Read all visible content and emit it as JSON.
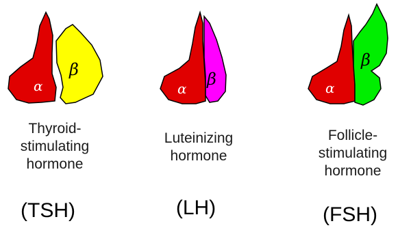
{
  "hormones": [
    {
      "id": "tsh",
      "name_lines": [
        "Thyroid-",
        "stimulating",
        "hormone"
      ],
      "abbr": "(TSH)",
      "alpha_label": "α",
      "beta_label": "β",
      "alpha_color": "#e00000",
      "beta_color": "#ffff00"
    },
    {
      "id": "lh",
      "name_lines": [
        "Luteinizing",
        "hormone"
      ],
      "abbr": "(LH)",
      "alpha_label": "α",
      "beta_label": "β",
      "alpha_color": "#e00000",
      "beta_color": "#ff00ff"
    },
    {
      "id": "fsh",
      "name_lines": [
        "Follicle-",
        "stimulating",
        "hormone"
      ],
      "abbr": "(FSH)",
      "alpha_label": "α",
      "beta_label": "β",
      "alpha_color": "#e00000",
      "beta_color": "#00ee00"
    }
  ]
}
